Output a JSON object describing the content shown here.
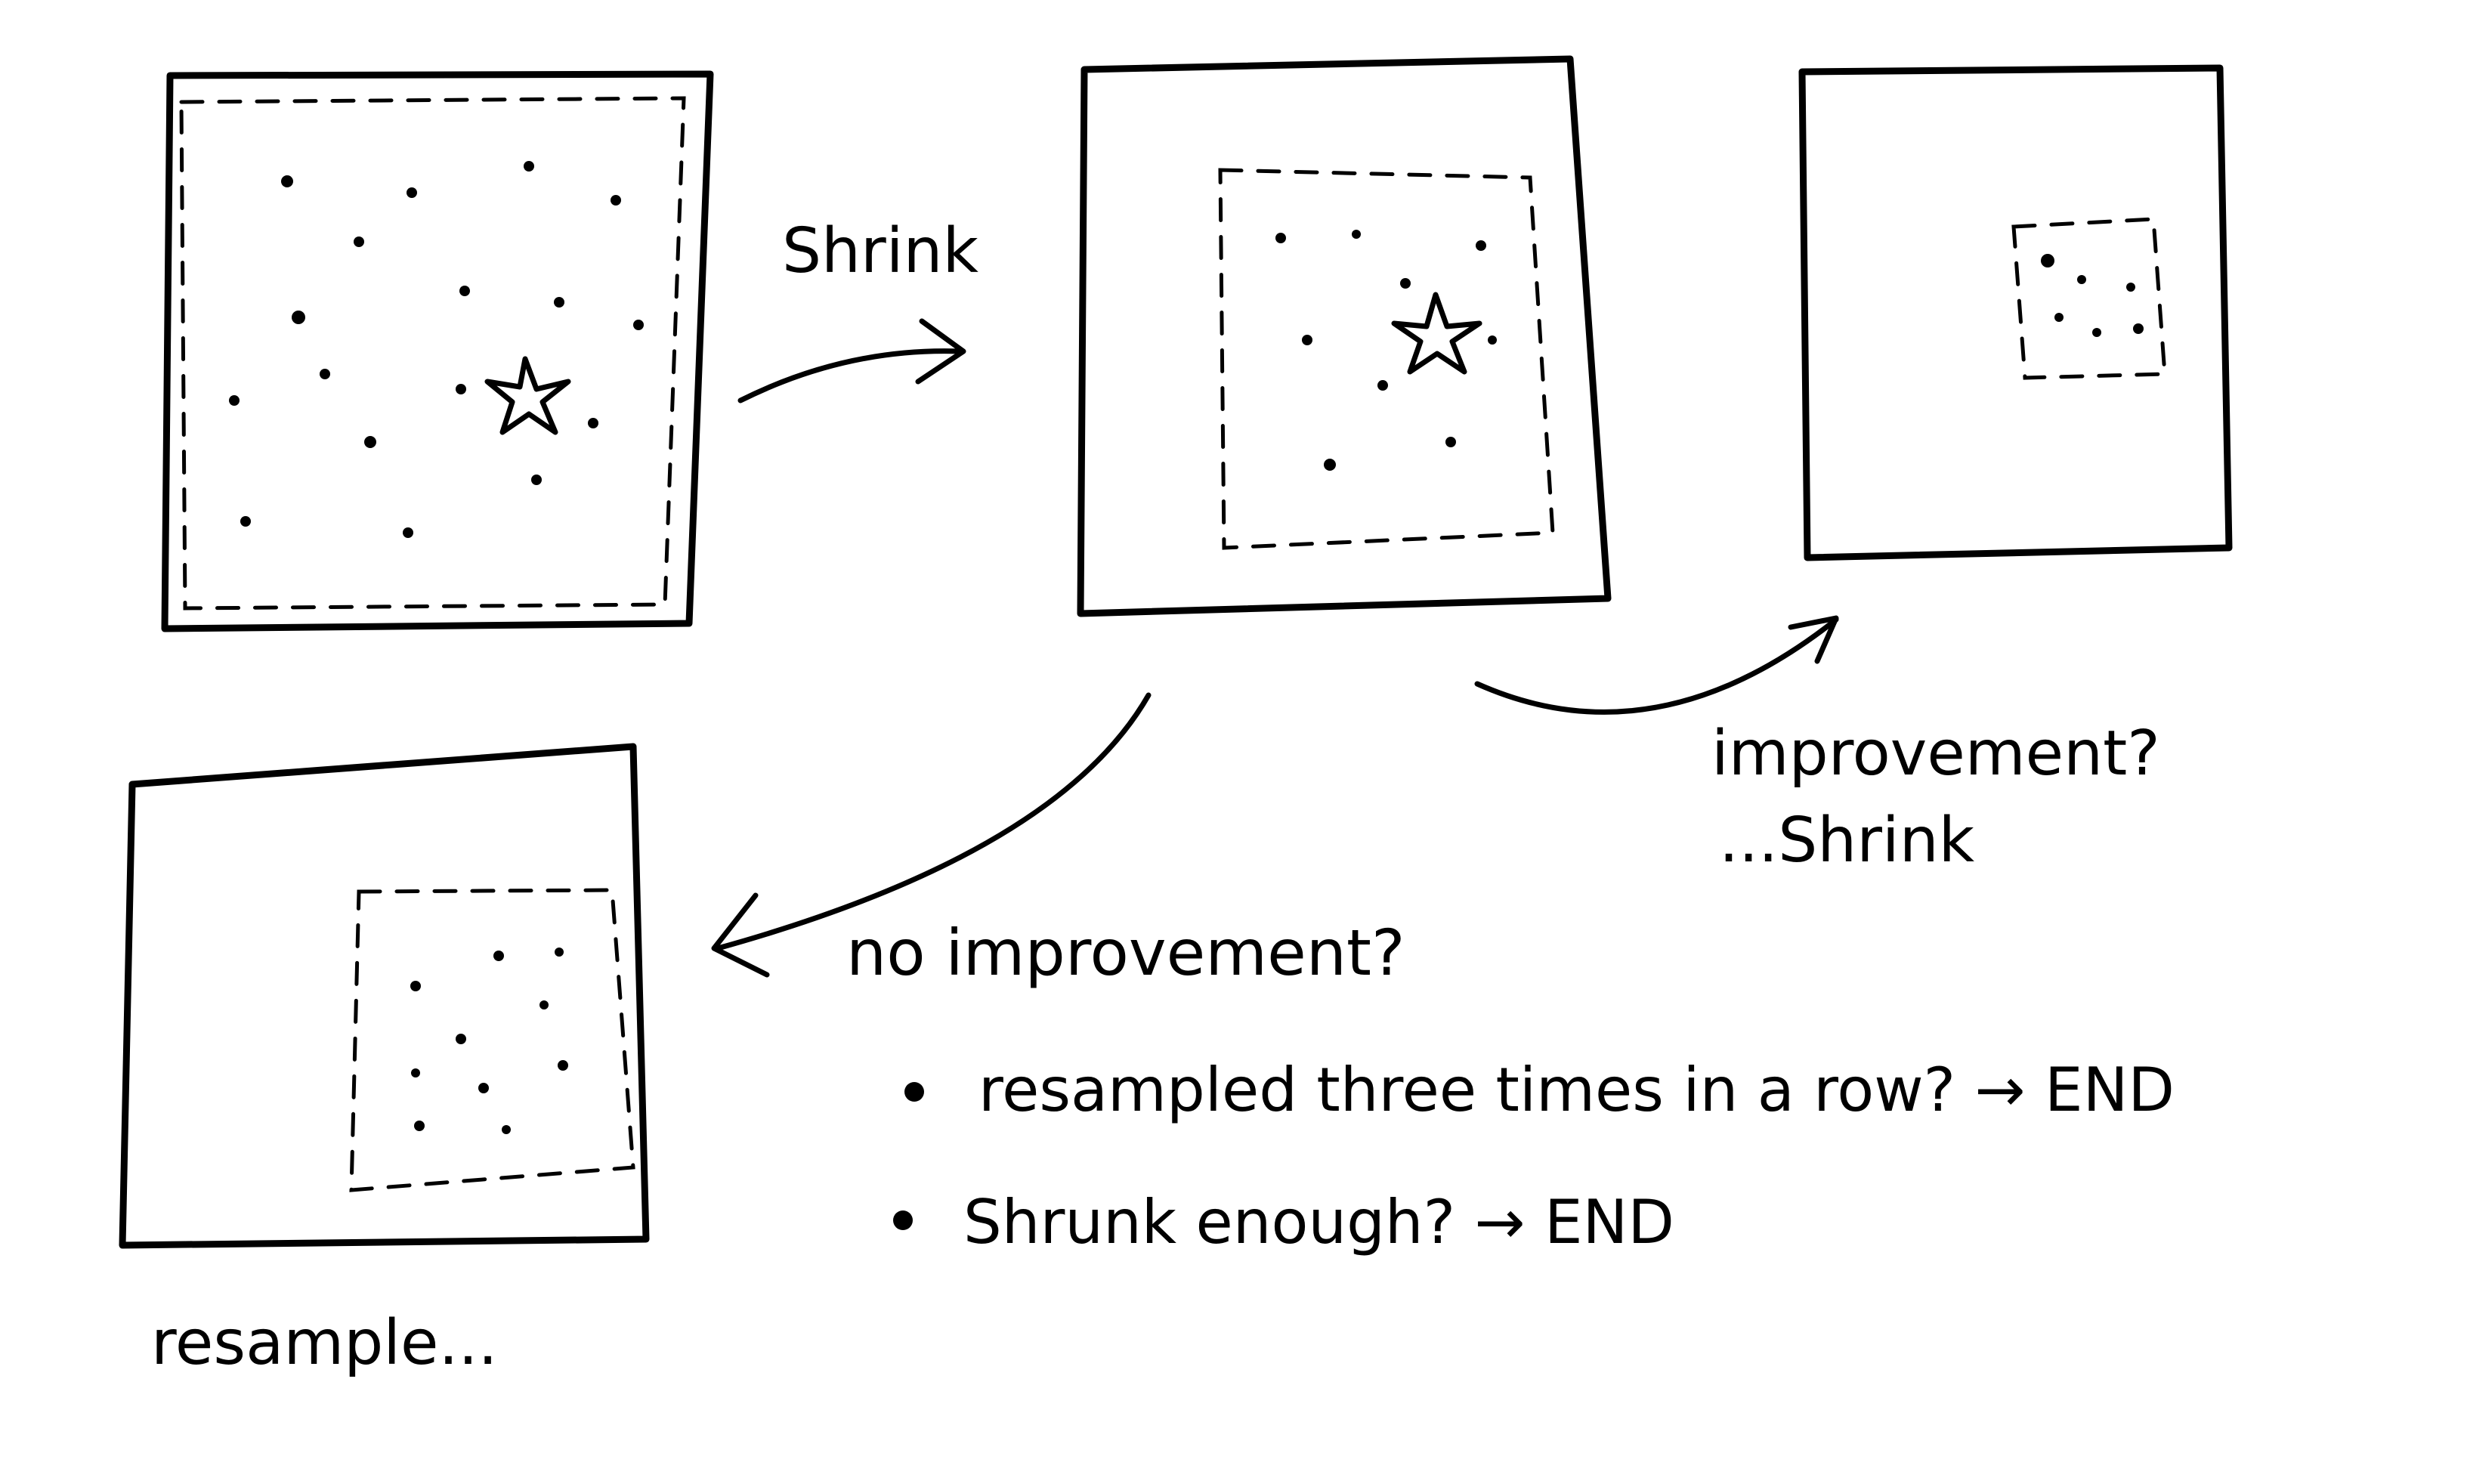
{
  "labels": {
    "shrink": "Shrink",
    "improvement": "improvement?",
    "improvement_shrink": "...Shrink",
    "no_improvement": "no improvement?",
    "resample": "resample...",
    "bullet_1": "resampled three times in a row? → END",
    "bullet_2": "Shrunk enough? → END"
  },
  "colors": {
    "ink": "#000000",
    "paper": "#ffffff"
  },
  "icons": {
    "star": "star-icon",
    "bullet": "bullet-icon"
  }
}
